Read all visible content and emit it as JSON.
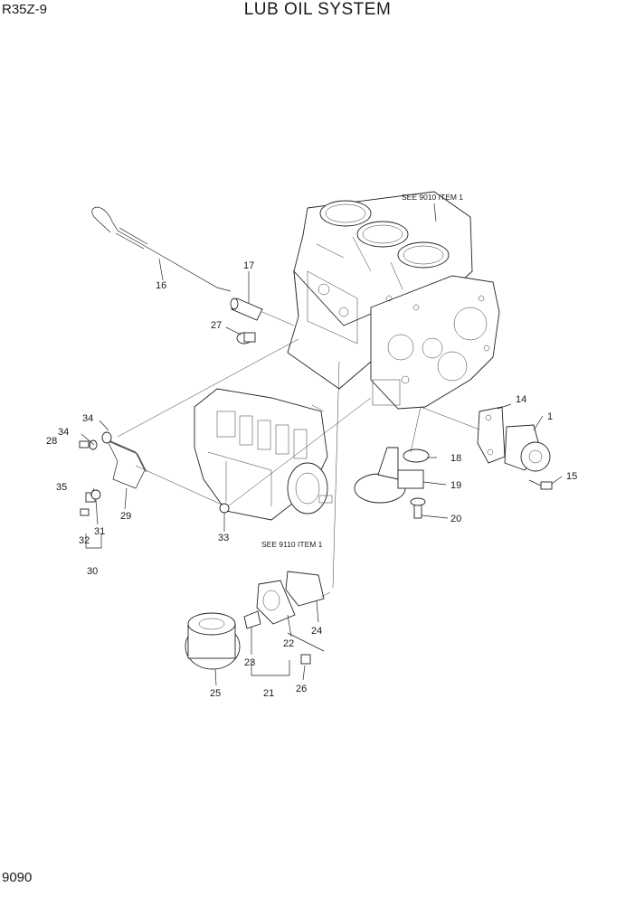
{
  "header": {
    "model": "R35Z-9",
    "title": "LUB OIL SYSTEM"
  },
  "footer": {
    "page_number": "9090"
  },
  "references": {
    "engine_block": "SEE 9010 ITEM 1",
    "fuel_pump": "SEE 9110 ITEM 1"
  },
  "callouts": {
    "c1": "1",
    "c14": "14",
    "c15": "15",
    "c16": "16",
    "c17": "17",
    "c18": "18",
    "c19": "19",
    "c20": "20",
    "c21": "21",
    "c22": "22",
    "c23": "23",
    "c24": "24",
    "c25": "25",
    "c26": "26",
    "c27": "27",
    "c28": "28",
    "c29": "29",
    "c30": "30",
    "c31": "31",
    "c32": "32",
    "c33": "33",
    "c34a": "34",
    "c34b": "34",
    "c35": "35"
  }
}
